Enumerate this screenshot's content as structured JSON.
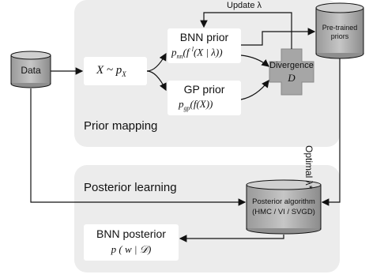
{
  "panels": {
    "prior_mapping": "Prior mapping",
    "posterior_learning": "Posterior learning"
  },
  "nodes": {
    "data": "Data",
    "x_dist": "X ~ p",
    "x_dist_sub": "X",
    "bnn_prior_title": "BNN prior",
    "bnn_prior_formula": "p",
    "bnn_prior_sub": "nn",
    "bnn_prior_rest": "(f ",
    "bnn_prior_sup": "l",
    "bnn_prior_tail": "(X | λ))",
    "gp_prior_title": "GP prior",
    "gp_prior_formula": "p",
    "gp_prior_sub": "gp",
    "gp_prior_rest": "(f(X))",
    "divergence_title": "Divergence",
    "divergence_symbol": "D",
    "pretrained_priors": "Pre-trained priors",
    "posterior_algorithm": "Posterior algorithm",
    "posterior_algorithm_methods": "(HMC / VI / SVGD)",
    "bnn_posterior_title": "BNN posterior",
    "bnn_posterior_formula": "p ( w | 𝒟)"
  },
  "edges": {
    "update": "Update λ",
    "optimal": "Optimal λ*"
  }
}
